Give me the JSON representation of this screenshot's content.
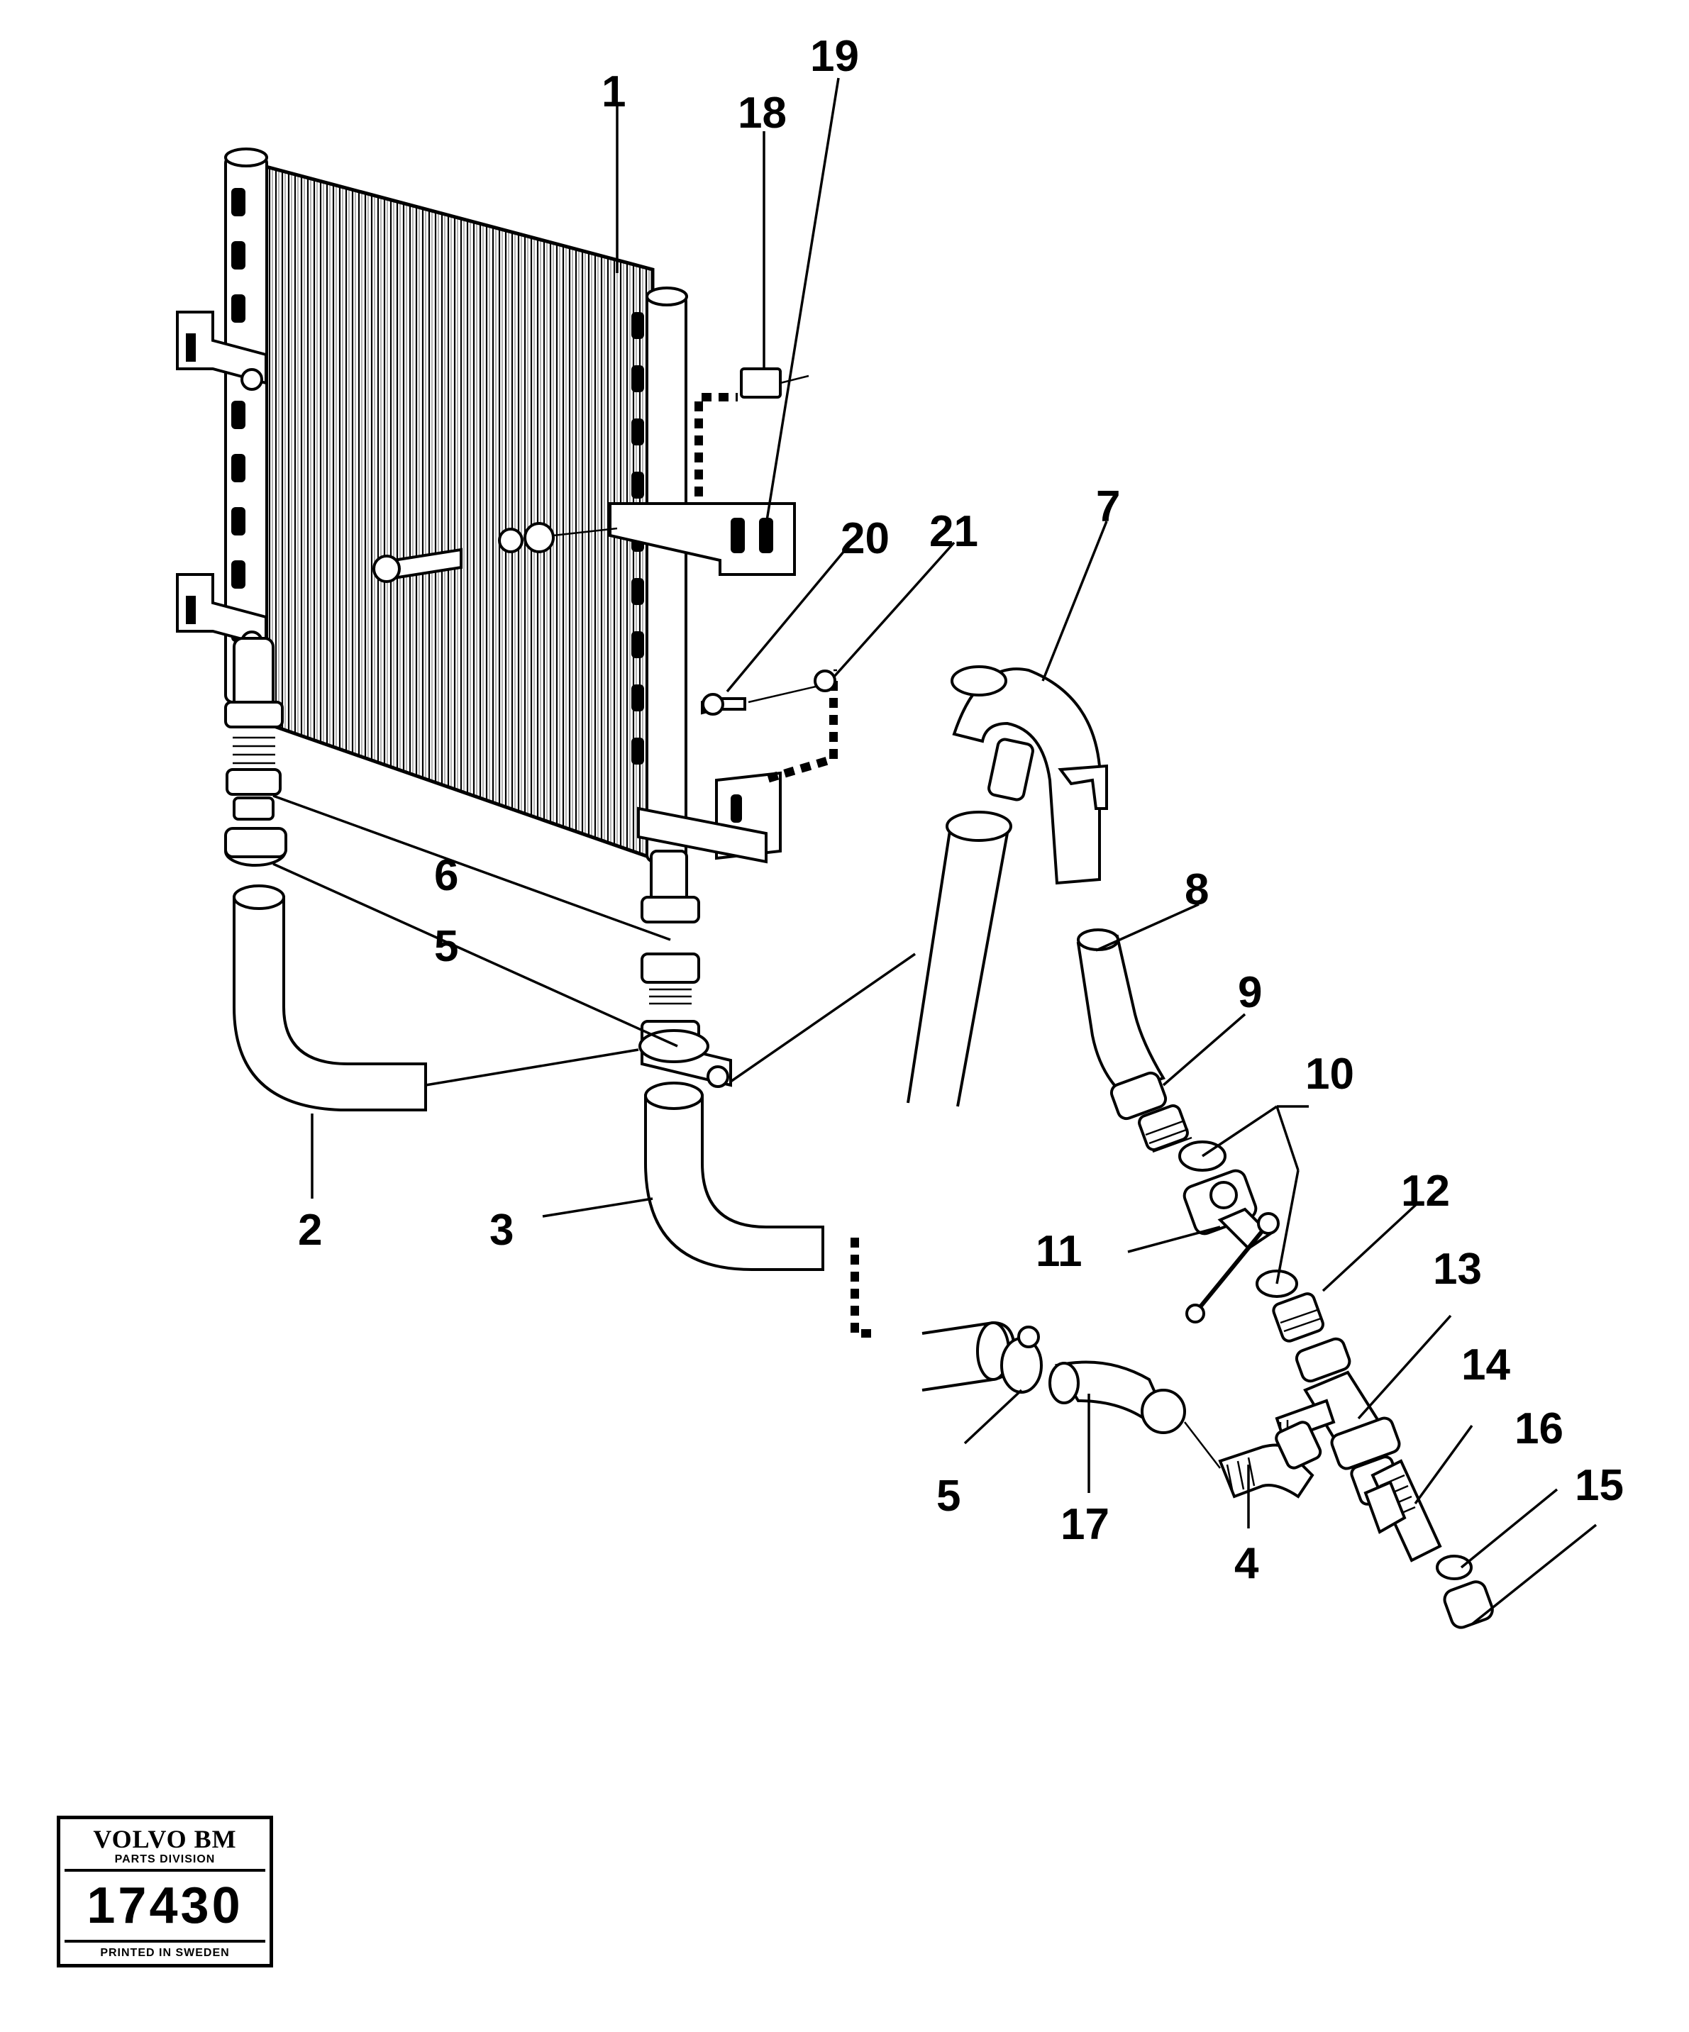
{
  "callouts": [
    {
      "id": "1",
      "text": "1"
    },
    {
      "id": "2",
      "text": "2"
    },
    {
      "id": "3",
      "text": "3"
    },
    {
      "id": "4",
      "text": "4"
    },
    {
      "id": "5a",
      "text": "5"
    },
    {
      "id": "5b",
      "text": "5"
    },
    {
      "id": "6",
      "text": "6"
    },
    {
      "id": "7",
      "text": "7"
    },
    {
      "id": "8",
      "text": "8"
    },
    {
      "id": "9",
      "text": "9"
    },
    {
      "id": "10",
      "text": "10"
    },
    {
      "id": "11",
      "text": "11"
    },
    {
      "id": "12",
      "text": "12"
    },
    {
      "id": "13",
      "text": "13"
    },
    {
      "id": "14",
      "text": "14"
    },
    {
      "id": "15",
      "text": "15"
    },
    {
      "id": "16",
      "text": "16"
    },
    {
      "id": "17",
      "text": "17"
    },
    {
      "id": "18",
      "text": "18"
    },
    {
      "id": "19",
      "text": "19"
    },
    {
      "id": "20",
      "text": "20"
    },
    {
      "id": "21",
      "text": "21"
    }
  ],
  "stamp": {
    "brand": "VOLVO BM",
    "division": "PARTS DIVISION",
    "number": "17430",
    "printed": "PRINTED IN SWEDEN"
  }
}
